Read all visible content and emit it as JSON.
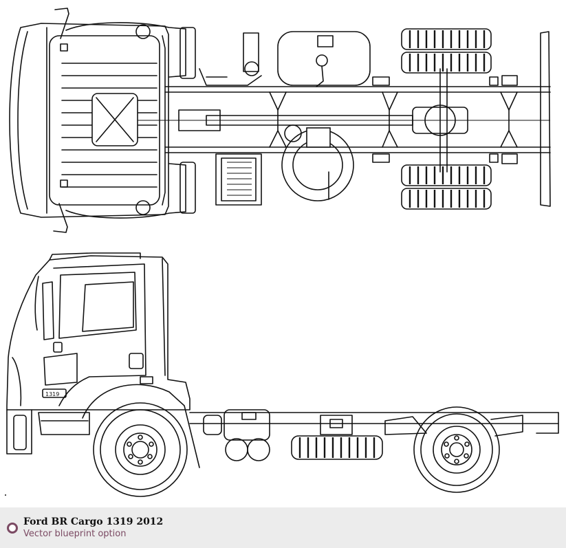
{
  "caption": {
    "title": "Ford BR Cargo 1319 2012",
    "subtitle": "Vector blueprint option"
  },
  "drawing": {
    "badge_text": "1319"
  },
  "colors": {
    "line": "#111111",
    "caption_bg": "#ececec",
    "accent": "#7b4a63"
  },
  "icons": {
    "caption_bullet": "circle-outline-icon"
  }
}
